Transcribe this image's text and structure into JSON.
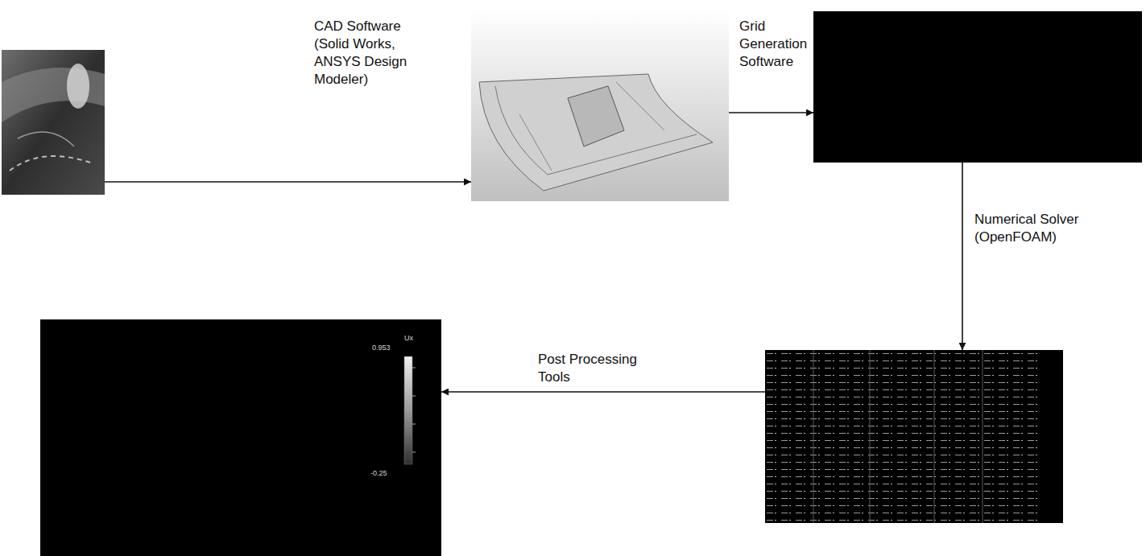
{
  "diagram": {
    "nodes": [
      {
        "text": []
      },
      {
        "text": []
      },
      {
        "text": []
      },
      {
        "text": []
      },
      {
        "text": [
          "0.953",
          "Ux",
          "-0.25"
        ]
      }
    ],
    "edges": [
      {
        "from": 0,
        "to": 1,
        "arrow": "to",
        "label": "CAD Software (Solid Works, ANSYS Design Modeler)"
      },
      {
        "from": 1,
        "to": 2,
        "arrow": "to",
        "label": "Grid Generation Software"
      },
      {
        "from": 2,
        "to": 3,
        "arrow": "to",
        "label": "Numerical Solver (OpenFOAM)"
      },
      {
        "from": 3,
        "to": 4,
        "arrow": "to",
        "label": "Post Processing Tools"
      }
    ]
  }
}
